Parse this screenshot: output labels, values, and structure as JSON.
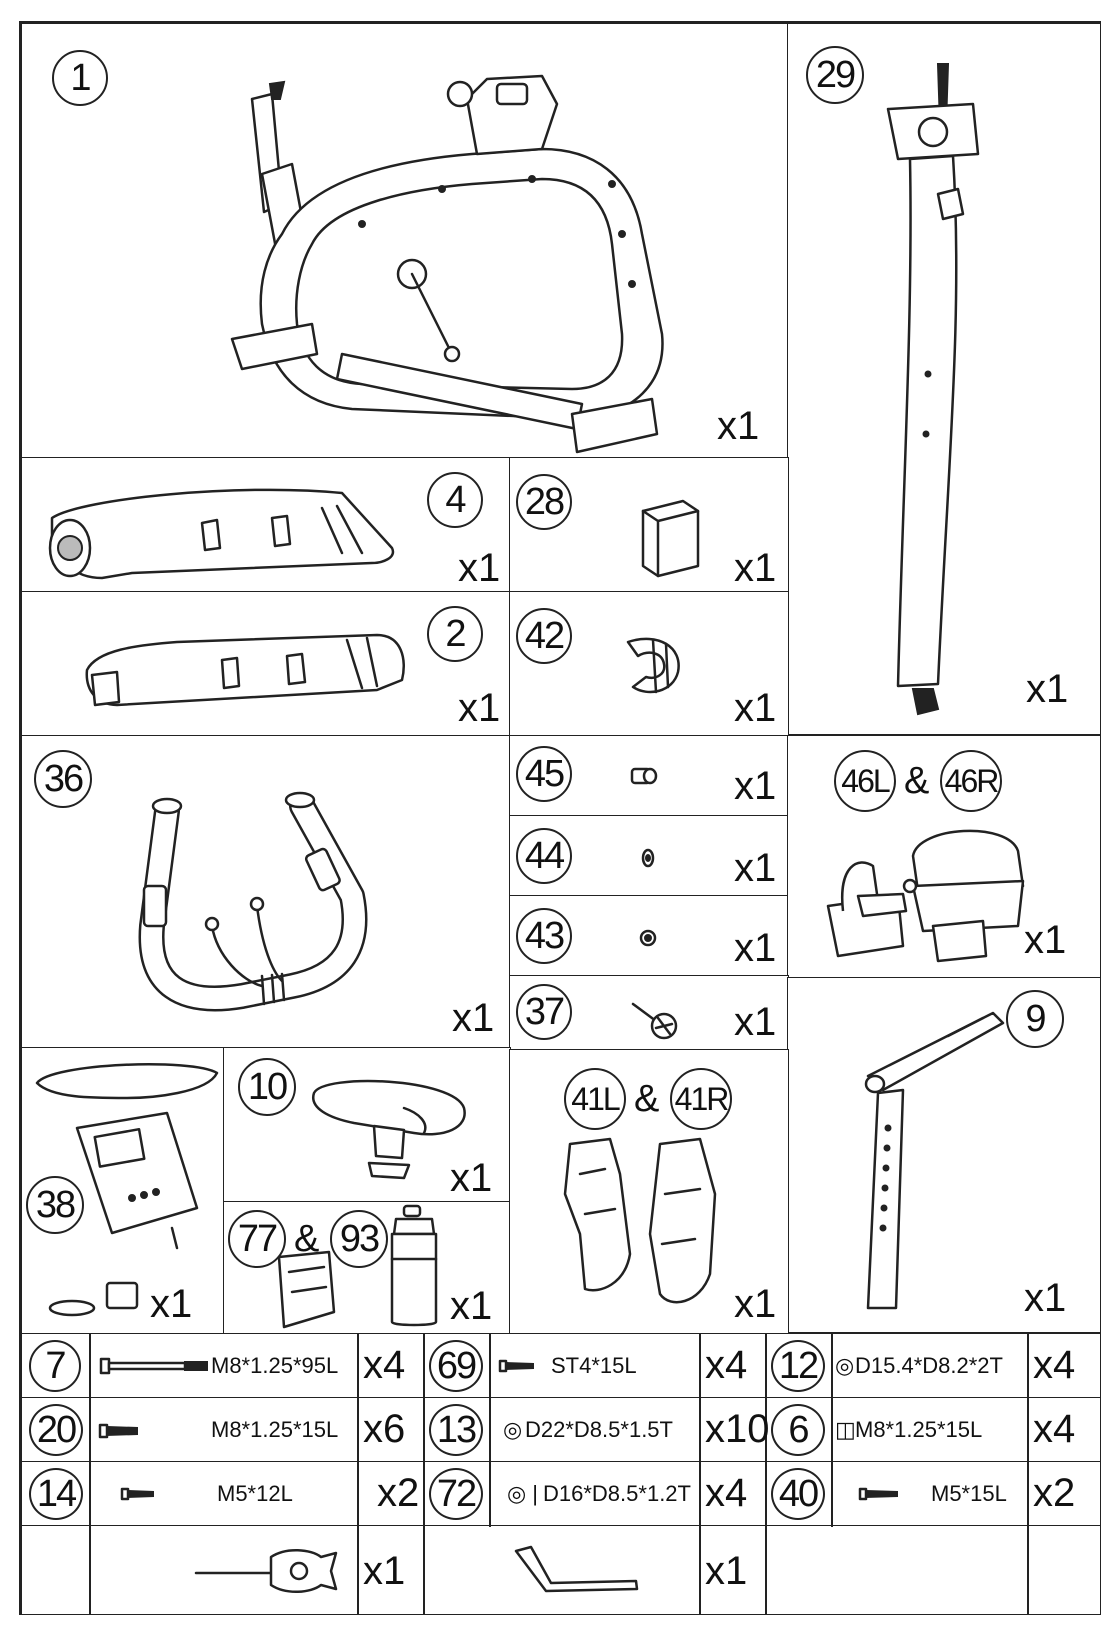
{
  "parts": {
    "p1": {
      "num": "1",
      "qty": "x1"
    },
    "p29": {
      "num": "29",
      "qty": "x1"
    },
    "p4": {
      "num": "4",
      "qty": "x1"
    },
    "p28": {
      "num": "28",
      "qty": "x1"
    },
    "p2": {
      "num": "2",
      "qty": "x1"
    },
    "p42": {
      "num": "42",
      "qty": "x1"
    },
    "p36": {
      "num": "36",
      "qty": "x1"
    },
    "p45": {
      "num": "45",
      "qty": "x1"
    },
    "p44": {
      "num": "44",
      "qty": "x1"
    },
    "p43": {
      "num": "43",
      "qty": "x1"
    },
    "p46": {
      "num_left": "46L",
      "amp": "&",
      "num_right": "46R",
      "qty": "x1"
    },
    "p37": {
      "num": "37",
      "qty": "x1"
    },
    "p9": {
      "num": "9",
      "qty": "x1"
    },
    "p38": {
      "num": "38",
      "qty": "x1"
    },
    "p10": {
      "num": "10",
      "qty": "x1"
    },
    "p77": {
      "num_left": "77",
      "amp": "&",
      "num_right": "93",
      "qty": "x1"
    },
    "p41": {
      "num_left": "41L",
      "amp": "&",
      "num_right": "41R",
      "qty": "x1"
    }
  },
  "hardware": [
    [
      {
        "num": "7",
        "spec": "M8*1.25*95L",
        "qty": "x4"
      },
      {
        "num": "69",
        "spec": "ST4*15L",
        "qty": "x4"
      },
      {
        "num": "12",
        "spec": "D15.4*D8.2*2T",
        "qty": "x4"
      }
    ],
    [
      {
        "num": "20",
        "spec": "M8*1.25*15L",
        "qty": "x6"
      },
      {
        "num": "13",
        "spec": "D22*D8.5*1.5T",
        "qty": "x10"
      },
      {
        "num": "6",
        "spec": "M8*1.25*15L",
        "qty": "x4"
      }
    ],
    [
      {
        "num": "14",
        "spec": "M5*12L",
        "qty": "x2"
      },
      {
        "num": "72",
        "spec": "D16*D8.5*1.2T",
        "qty": "x4"
      },
      {
        "num": "40",
        "spec": "M5*15L",
        "qty": "x2"
      }
    ]
  ],
  "tools": [
    {
      "qty": "x1",
      "icon": "multi-wrench-icon"
    },
    {
      "qty": "x1",
      "icon": "allen-key-icon"
    }
  ]
}
